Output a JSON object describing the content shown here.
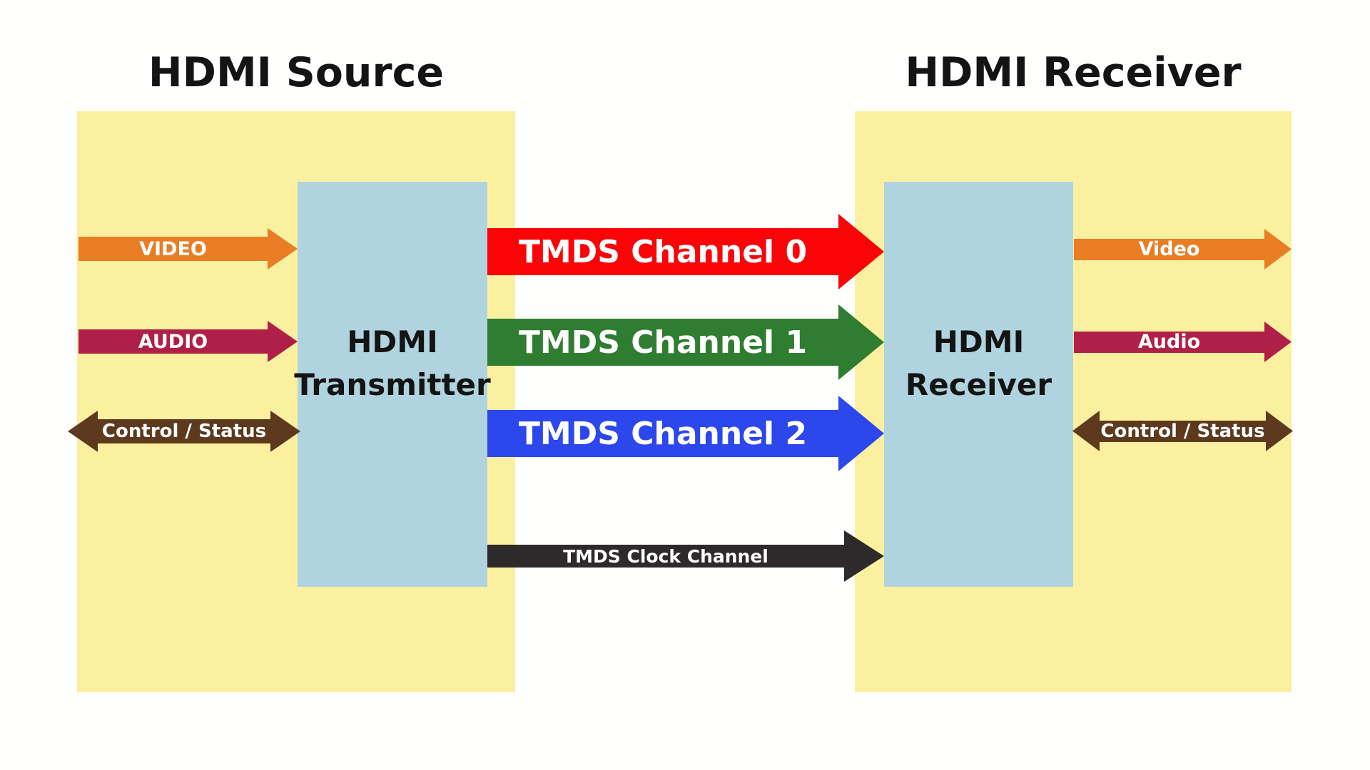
{
  "titles": {
    "source": "HDMI Source",
    "receiver": "HDMI Receiver"
  },
  "source_panel": {
    "transmitter_line1": "HDMI",
    "transmitter_line2": "Transmitter",
    "video_label": "VIDEO",
    "audio_label": "AUDIO",
    "control_label": "Control / Status"
  },
  "receiver_panel": {
    "receiver_line1": "HDMI",
    "receiver_line2": "Receiver",
    "video_label": "Video",
    "audio_label": "Audio",
    "control_label": "Control / Status"
  },
  "channels": {
    "tmds0_label": "TMDS Channel 0",
    "tmds1_label": "TMDS Channel 1",
    "tmds2_label": "TMDS Channel 2",
    "clock_label": "TMDS Clock Channel"
  },
  "colors": {
    "panel_yellow": "#FAF0A0",
    "box_blue": "#AFD4DF",
    "video_orange": "#E87D23",
    "audio_maroon": "#B01F48",
    "control_brown": "#5D3A1E",
    "tmds0_red": "#FB0408",
    "tmds1_green": "#2F7D30",
    "tmds2_blue": "#2C47EC",
    "clock_black": "#2E2A2B",
    "arrow_text": "#FFFFFF",
    "title_text": "#141414"
  }
}
